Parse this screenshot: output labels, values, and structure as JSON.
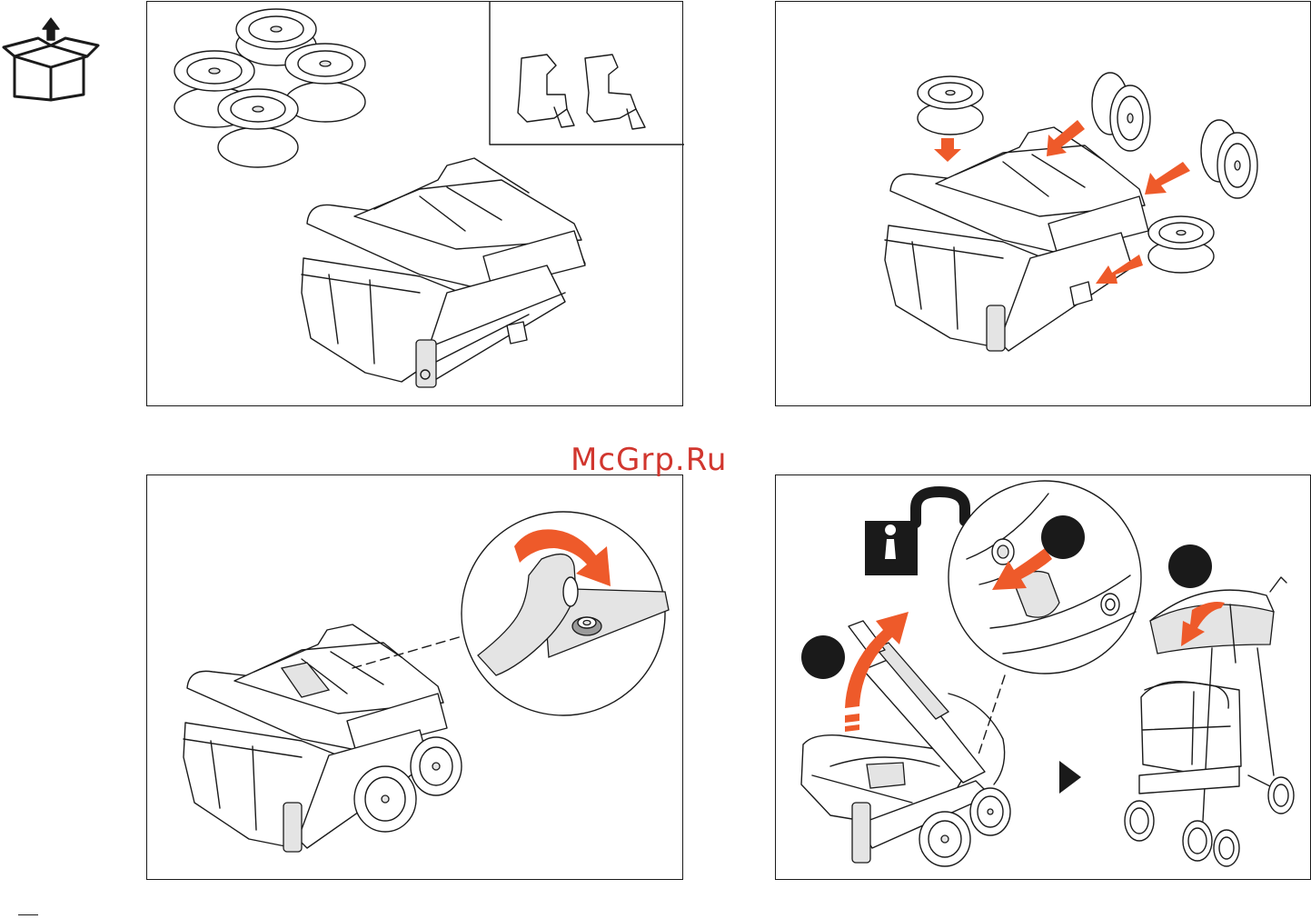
{
  "watermark": {
    "text": "McGrp.Ru",
    "color": "#d1362e"
  },
  "colors": {
    "accent_arrow": "#ee5a2a",
    "line": "#1a1a1a",
    "shade": "#e4e4e4"
  },
  "icons": {
    "unbox": "open-box-arrow-up-icon",
    "unlock": "open-padlock-icon",
    "next": "play-triangle-icon"
  },
  "steps": [
    {
      "id": "unpack",
      "badges": []
    },
    {
      "id": "attach-wheels",
      "badges": []
    },
    {
      "id": "strap-button",
      "badges": []
    },
    {
      "id": "unfold",
      "badges": [
        "",
        "",
        ""
      ]
    }
  ]
}
